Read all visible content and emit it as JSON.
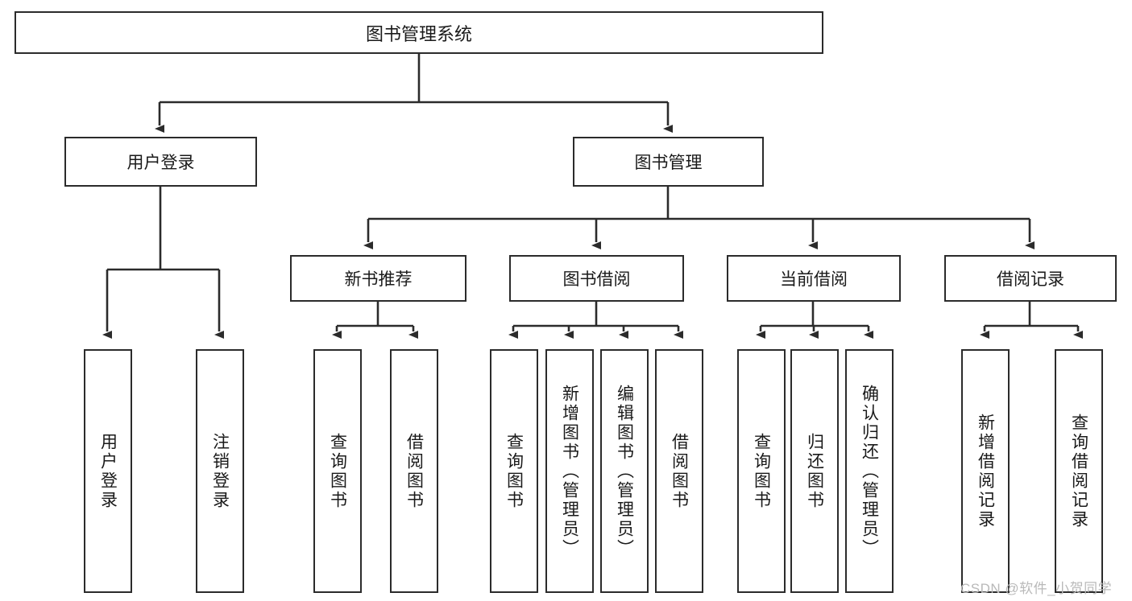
{
  "diagram": {
    "type": "tree",
    "title": "图书管理系统",
    "orientation": "top-down",
    "colors": {
      "box_border": "#2b2b2b",
      "box_fill": "#ffffff",
      "connector": "#2b2b2b",
      "text": "#1a1a1a",
      "watermark": "#b9b9b9"
    },
    "root": {
      "label": "图书管理系统"
    },
    "level2": [
      {
        "id": "user-login",
        "label": "用户登录"
      },
      {
        "id": "book-management",
        "label": "图书管理"
      }
    ],
    "level3": [
      {
        "id": "new-book-recommend",
        "label": "新书推荐"
      },
      {
        "id": "book-borrow",
        "label": "图书借阅"
      },
      {
        "id": "current-borrow",
        "label": "当前借阅"
      },
      {
        "id": "borrow-record",
        "label": "借阅记录"
      }
    ],
    "leaves": {
      "user_login": [
        {
          "id": "leaf-user-login",
          "label": "用户登录"
        },
        {
          "id": "leaf-user-logout",
          "label": "注销登录"
        }
      ],
      "new_book_recommend": [
        {
          "id": "leaf-query-book-1",
          "label": "查询图书"
        },
        {
          "id": "leaf-borrow-book-1",
          "label": "借阅图书"
        }
      ],
      "book_borrow": [
        {
          "id": "leaf-query-book-2",
          "label": "查询图书"
        },
        {
          "id": "leaf-add-book",
          "label": "新增图书（管理员）"
        },
        {
          "id": "leaf-edit-book",
          "label": "编辑图书（管理员）"
        },
        {
          "id": "leaf-borrow-book-2",
          "label": "借阅图书"
        }
      ],
      "current_borrow": [
        {
          "id": "leaf-query-book-3",
          "label": "查询图书"
        },
        {
          "id": "leaf-return-book",
          "label": "归还图书"
        },
        {
          "id": "leaf-confirm-return",
          "label": "确认归还（管理员）"
        }
      ],
      "borrow_record": [
        {
          "id": "leaf-add-record",
          "label": "新增借阅记录"
        },
        {
          "id": "leaf-query-record",
          "label": "查询借阅记录"
        }
      ]
    }
  },
  "watermark": {
    "text": "CSDN @软件_小贺同学"
  }
}
